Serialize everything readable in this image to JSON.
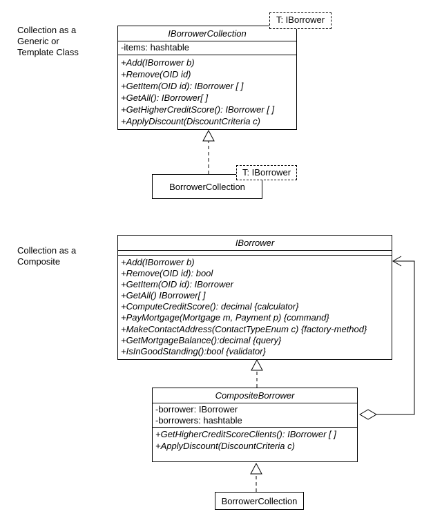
{
  "annotations": {
    "generic_label": {
      "lines": [
        "Collection as a",
        "Generic or",
        "Template Class"
      ]
    },
    "composite_label": {
      "lines": [
        "Collection as a",
        "Composite"
      ]
    }
  },
  "template_parameters": {
    "on_interface": "T: IBorrower",
    "on_class": "T: IBorrower"
  },
  "classes": {
    "iborrower_collection": {
      "title": "IBorrowerCollection",
      "attributes": [
        "-items: hashtable"
      ],
      "methods": [
        "+Add(IBorrower b)",
        "+Remove(OID id)",
        "+GetItem(OID id): IBorrower [ ]",
        "+GetAll(): IBorrower[ ]",
        "+GetHigherCreditScore(): IBorrower [ ]",
        "+ApplyDiscount(DiscountCriteria c)"
      ]
    },
    "borrower_collection_generic": {
      "title": "BorrowerCollection"
    },
    "iborrower": {
      "title": "IBorrower",
      "methods": [
        "+Add(IBorrower b)",
        "+Remove(OID id): bool",
        "+GetItem(OID id): IBorrower",
        "+GetAll() IBorrower[ ]",
        "+ComputeCreditScore(): decimal {calculator}",
        "+PayMortgage(Mortgage m, Payment p) {command}",
        "+MakeContactAddress(ContactTypeEnum c) {factory-method}",
        "+GetMortgageBalance():decimal {query}",
        "+IsInGoodStanding():bool {validator}"
      ]
    },
    "composite_borrower": {
      "title": "CompositeBorrower",
      "attributes": [
        "-borrower: IBorrower",
        "-borrowers: hashtable"
      ],
      "methods": [
        "+GetHigherCreditScoreClients(): IBorrower [ ]",
        "+ApplyDiscount(DiscountCriteria c)"
      ]
    },
    "borrower_collection_composite": {
      "title": "BorrowerCollection"
    }
  },
  "colors": {
    "line": "#000000",
    "background": "#ffffff"
  }
}
